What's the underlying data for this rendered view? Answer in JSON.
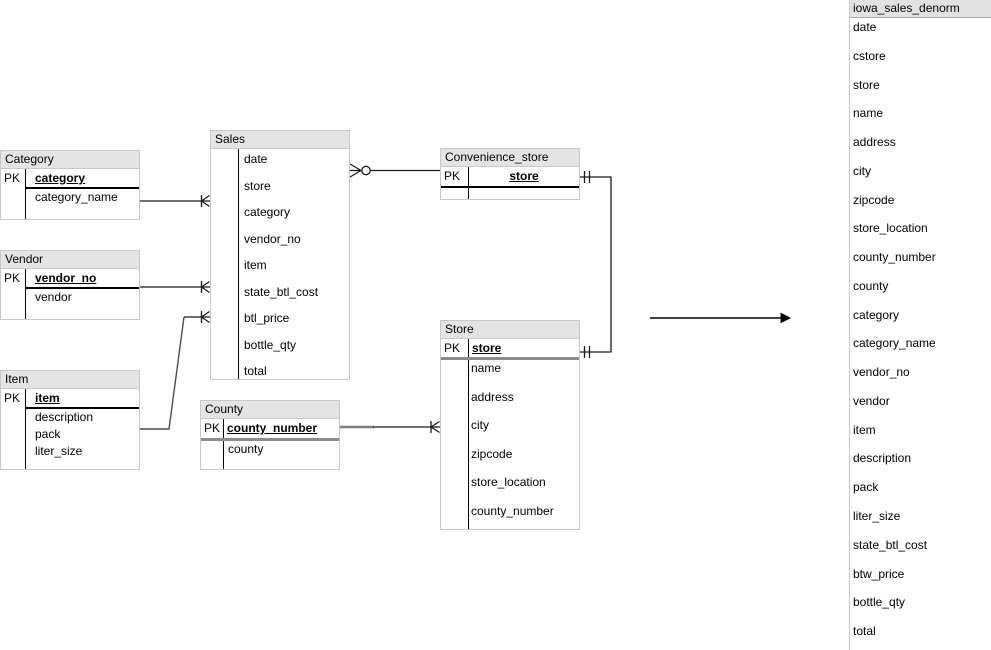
{
  "tables": {
    "category": {
      "title": "Category",
      "pk_label": "PK",
      "pk_field": "category",
      "fields": [
        "category_name"
      ]
    },
    "vendor": {
      "title": "Vendor",
      "pk_label": "PK",
      "pk_field": "vendor_no",
      "fields": [
        "vendor"
      ]
    },
    "item": {
      "title": "Item",
      "pk_label": "PK",
      "pk_field": "item",
      "fields": [
        "description",
        "pack",
        "liter_size"
      ]
    },
    "sales": {
      "title": "Sales",
      "fields": [
        "date",
        "store",
        "category",
        "vendor_no",
        "item",
        "state_btl_cost",
        "btl_price",
        "bottle_qty",
        "total"
      ]
    },
    "convenience_store": {
      "title": "Convenience_store",
      "pk_label": "PK",
      "pk_field": "store",
      "fields": []
    },
    "store": {
      "title": "Store",
      "pk_label": "PK",
      "pk_field": "store",
      "fields": [
        "name",
        "address",
        "city",
        "zipcode",
        "store_location",
        "county_number"
      ]
    },
    "county": {
      "title": "County",
      "pk_label": "PK",
      "pk_field": "county_number",
      "fields": [
        "county"
      ]
    }
  },
  "denorm_table": {
    "title": "iowa_sales_denorm",
    "fields": [
      "date",
      "cstore",
      "store",
      "name",
      "address",
      "city",
      "zipcode",
      "store_location",
      "county_number",
      "county",
      "category",
      "category_name",
      "vendor_no",
      "vendor",
      "item",
      "description",
      "pack",
      "liter_size",
      "state_btl_cost",
      "btw_price",
      "bottle_qty",
      "total"
    ]
  },
  "colors": {
    "header_bg": "#e4e4e4",
    "table_border": "#c9c9c9",
    "line_black": "#000000",
    "line_gray": "#808080",
    "pk_separator_gray": "#8c8c8c"
  }
}
